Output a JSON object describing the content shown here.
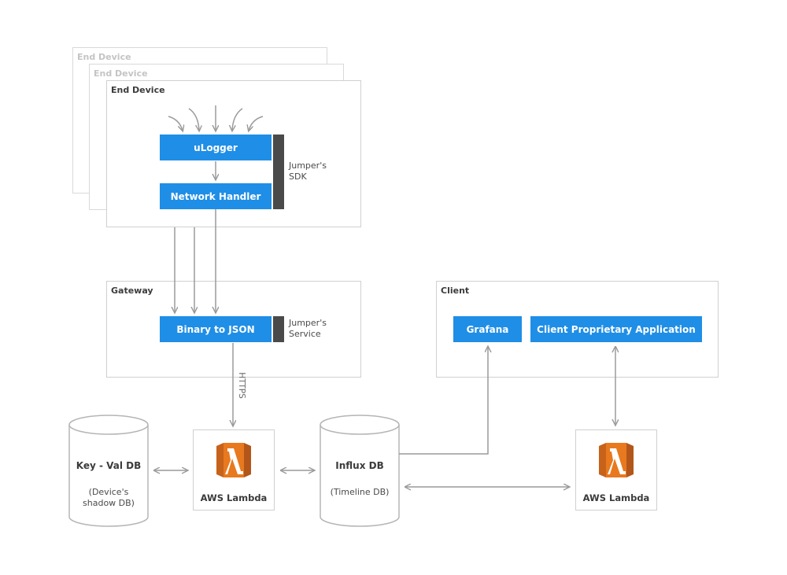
{
  "end_device": {
    "label": "End Device",
    "ghost_label_1": "End Device",
    "ghost_label_2": "End Device",
    "ulogger": "uLogger",
    "network_handler": "Network Handler",
    "sdk_label": "Jumper's\nSDK"
  },
  "gateway": {
    "label": "Gateway",
    "binary_to_json": "Binary to JSON",
    "service_label": "Jumper's\nService"
  },
  "client": {
    "label": "Client",
    "grafana": "Grafana",
    "proprietary_app": "Client Proprietary Application"
  },
  "https_label": "HTTPS",
  "key_val_db": {
    "title": "Key - Val DB",
    "subtitle": "(Device's\nshadow DB)"
  },
  "aws_lambda_main": {
    "label": "AWS Lambda"
  },
  "influx_db": {
    "title": "Influx DB",
    "subtitle": "(Timeline DB)"
  },
  "aws_lambda_client": {
    "label": "AWS Lambda"
  },
  "colors": {
    "accent": "#1f8ee6",
    "lambda_orange": "#e8791e",
    "connector": "#9a9a9a"
  }
}
